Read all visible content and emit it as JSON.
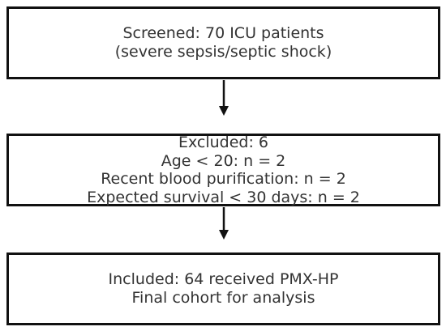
{
  "flow": {
    "screened": {
      "line1": "Screened: 70 ICU patients",
      "line2": "(severe sepsis/septic shock)"
    },
    "excluded": {
      "line1": "Excluded: 6",
      "line2": "Age < 20: n = 2",
      "line3": "Recent blood purification: n = 2",
      "line4": "Expected survival < 30 days: n = 2"
    },
    "included": {
      "line1": "Included: 64 received PMX-HP",
      "line2": "Final cohort for analysis"
    }
  },
  "colors": {
    "border": "#111111",
    "text": "#333333",
    "arrow": "#111111"
  }
}
